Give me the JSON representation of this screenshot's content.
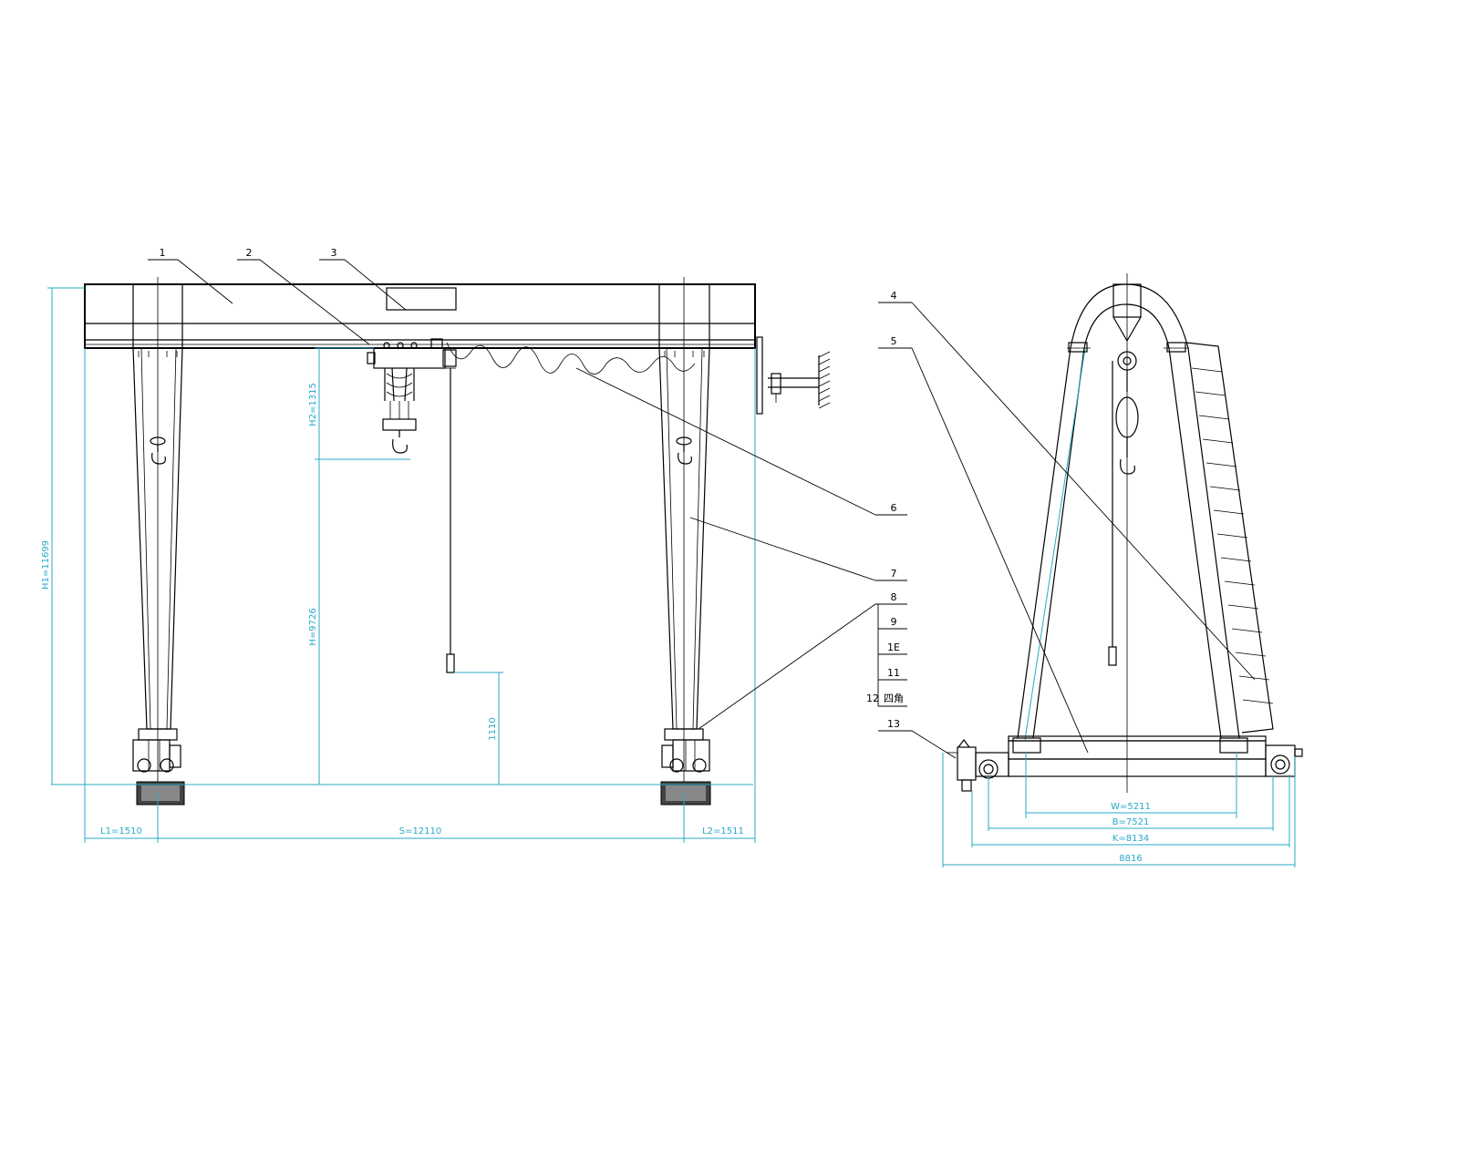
{
  "colors": {
    "line": "#000000",
    "dimension": "#29a9c9",
    "background": "#ffffff"
  },
  "front_view": {
    "dimensions": {
      "h1": "H1=11699",
      "h2": "H2=1315",
      "h": "H=9726",
      "hook_low": "1110",
      "l1": "L1=1510",
      "span": "S=12110",
      "l2": "L2=1511"
    },
    "callouts": [
      "1",
      "2",
      "3",
      "6",
      "7",
      "8"
    ]
  },
  "side_view": {
    "dimensions": {
      "w": "W=5211",
      "b": "B=7521",
      "k": "K=8134",
      "total": "8816"
    },
    "callouts": [
      "4",
      "5",
      "9",
      "1E",
      "11",
      "12",
      "13"
    ],
    "callout_12_note": "四角"
  }
}
